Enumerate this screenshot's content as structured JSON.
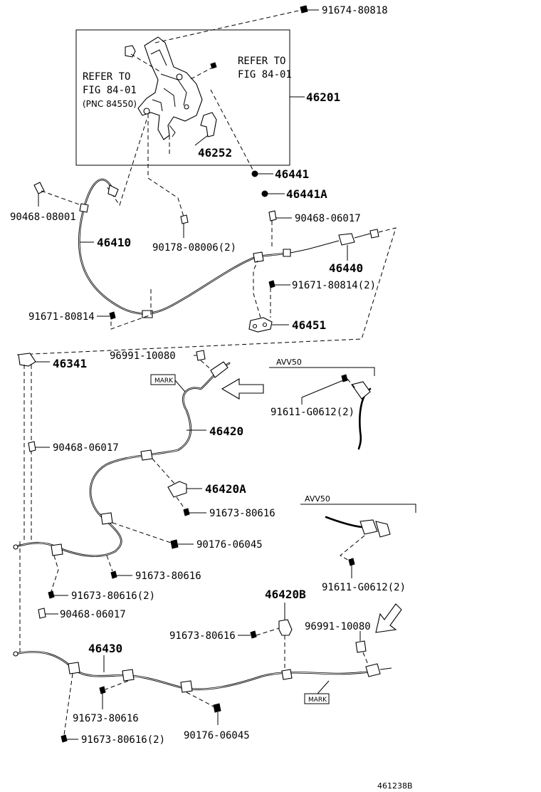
{
  "labels": {
    "p91674_80818": "91674-80818",
    "refer_left_1": "REFER TO",
    "refer_left_2": "FIG 84-01",
    "refer_left_3": "(PNC 84550)",
    "refer_right_1": "REFER TO",
    "refer_right_2": "FIG 84-01",
    "p46201": "46201",
    "p46252": "46252",
    "p46441": "46441",
    "p46441A": "46441A",
    "p90468_08001": "90468-08001",
    "p90468_06017_a": "90468-06017",
    "p46410": "46410",
    "p90178_08006": "90178-08006(2)",
    "p46440": "46440",
    "p91671_80814_2": "91671-80814(2)",
    "p91671_80814": "91671-80814",
    "p46451": "46451",
    "p46341": "46341",
    "p96991_10080_a": "96991-10080",
    "avv50_a": "AVV50",
    "mark_a": "MARK",
    "p91611_g0612_a": "91611-G0612(2)",
    "p90468_06017_b": "90468-06017",
    "p46420": "46420",
    "p46420A": "46420A",
    "p91673_80616_a": "91673-80616",
    "avv50_b": "AVV50",
    "p90176_06045_a": "90176-06045",
    "p91673_80616_b": "91673-80616",
    "p91611_g0612_b": "91611-G0612(2)",
    "p91673_80616_2a": "91673-80616(2)",
    "p46420B": "46420B",
    "p90468_06017_c": "90468-06017",
    "p96991_10080_b": "96991-10080",
    "p91673_80616_c": "91673-80616",
    "p46430": "46430",
    "mark_b": "MARK",
    "p91673_80616_d": "91673-80616",
    "p90176_06045_b": "90176-06045",
    "p91673_80616_2b": "91673-80616(2)",
    "figure_id": "461238B"
  }
}
